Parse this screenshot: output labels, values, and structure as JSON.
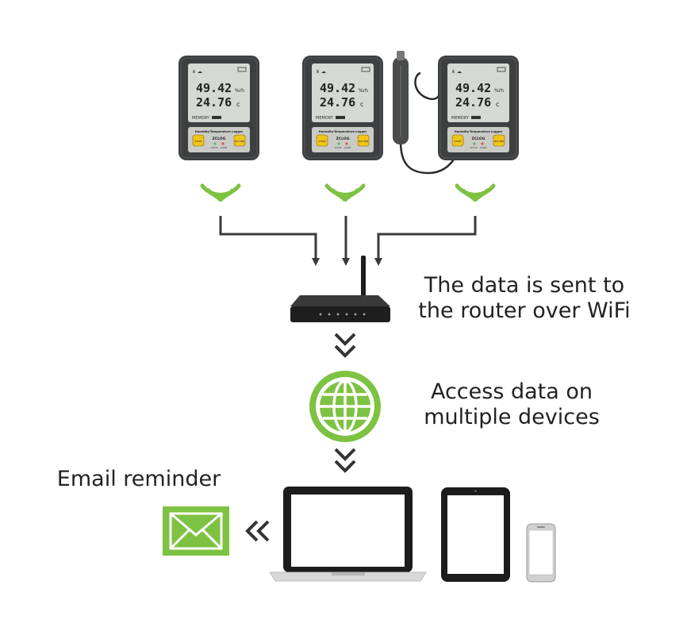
{
  "colors": {
    "accent_green": "#7dc242",
    "device_body": "#3d3f41",
    "lcd": "#d5d8d3",
    "button_yellow": "#f0c419",
    "arrow": "#3a3a3a"
  },
  "loggers": [
    {
      "humidity": "49.42",
      "humidity_unit": "%rh",
      "temperature": "24.76",
      "temperature_unit": "c",
      "memory_label": "MEMORY",
      "panel_title": "Humidity-Temperature Logger",
      "start_label": "START",
      "brand": "ZCLOG",
      "maxmin_label": "MAX MIN",
      "active_label": "ACTIVE",
      "alarm_label": "ALARM",
      "has_probe": false
    },
    {
      "humidity": "49.42",
      "humidity_unit": "%rh",
      "temperature": "24.76",
      "temperature_unit": "c",
      "memory_label": "MEMORY",
      "panel_title": "Humidity-Temperature Logger",
      "start_label": "START",
      "brand": "ZCLOG",
      "maxmin_label": "MAX MIN",
      "active_label": "ACTIVE",
      "alarm_label": "ALARM",
      "has_probe": false
    },
    {
      "humidity": "49.42",
      "humidity_unit": "%rh",
      "temperature": "24.76",
      "temperature_unit": "c",
      "memory_label": "MEMORY",
      "panel_title": "Humidity-Temperature Logger",
      "start_label": "START",
      "brand": "ZCLOG",
      "maxmin_label": "MAX MIN",
      "active_label": "ACTIVE",
      "alarm_label": "ALARM",
      "has_probe": true
    }
  ],
  "captions": {
    "router_line1": "The data is sent to",
    "router_line2": "the router over WiFi",
    "access_line1": "Access data on",
    "access_line2": "multiple devices",
    "email": "Email reminder"
  },
  "icons": {
    "wifi": "wifi-signal-icon",
    "router": "router-icon",
    "globe": "globe-icon",
    "email": "email-envelope-icon",
    "laptop": "laptop-icon",
    "tablet": "tablet-icon",
    "phone": "smartphone-icon"
  }
}
